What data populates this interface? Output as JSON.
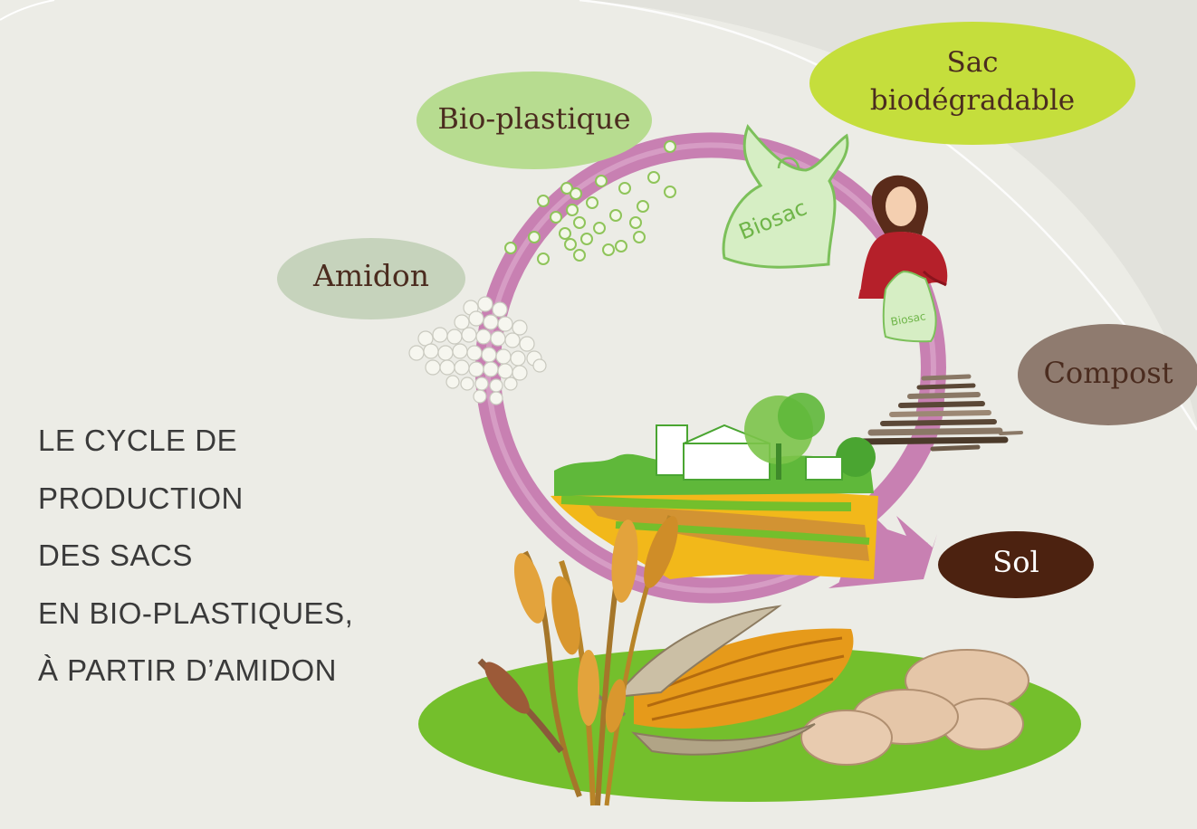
{
  "title_lines": [
    "LE CYCLE DE",
    "PRODUCTION",
    "DES SACS",
    "EN BIO-PLASTIQUES,",
    "À PARTIR D’AMIDON"
  ],
  "labels": {
    "amidon": "Amidon",
    "bioplastique": "Bio-plastique",
    "sac": "Sac",
    "biodegradable": "biodégradable",
    "compost": "Compost",
    "sol": "Sol"
  },
  "bag_text": {
    "large": "Biosac",
    "small": "Biosac"
  },
  "colors": {
    "background": "#ecece6",
    "cycle_arrow": "#c880b2",
    "amidon_bubble": "#c6d3bc",
    "bioplastique_bubble": "#b7dc90",
    "sac_bubble": "#c5de3c",
    "compost_bubble": "#8f7b6f",
    "sol_bubble": "#4c2210",
    "field_green": "#74bf2c",
    "label_text": "#4b2c1f"
  },
  "icons": [
    "starch-granules-icon",
    "bioplastic-pellets-icon",
    "biosac-bag-icon",
    "woman-icon",
    "compost-pile-icon",
    "countryside-landscape-icon",
    "wheat-icon",
    "corn-icon",
    "potatoes-icon"
  ]
}
